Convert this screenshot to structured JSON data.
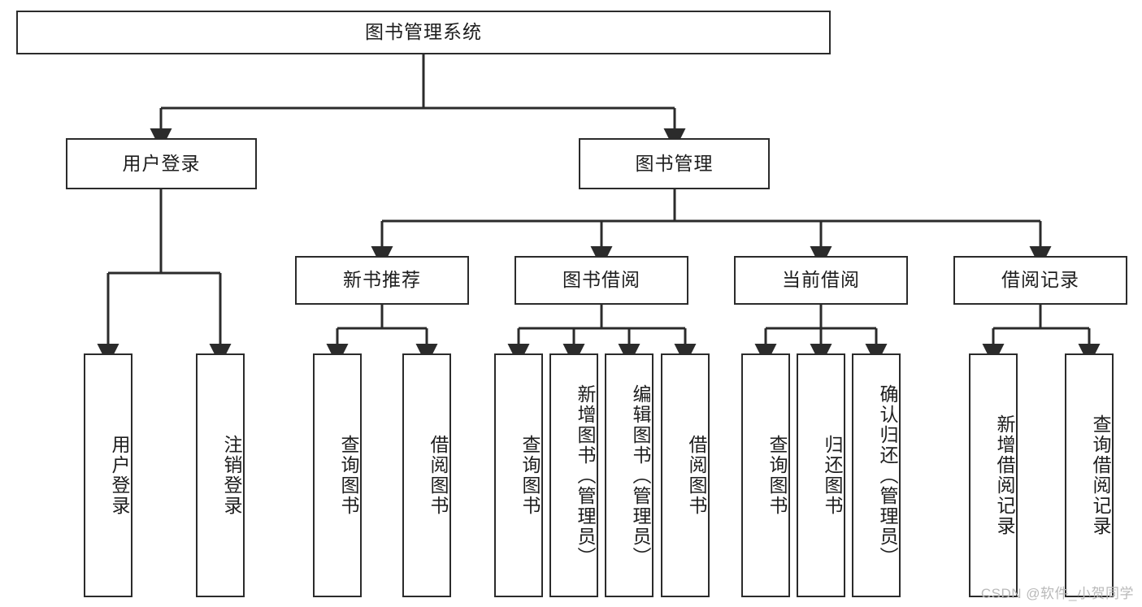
{
  "diagram": {
    "title_node": {
      "label": "图书管理系统"
    },
    "level2": [
      {
        "label": "用户登录"
      },
      {
        "label": "图书管理"
      }
    ],
    "level3": [
      {
        "label": "新书推荐"
      },
      {
        "label": "图书借阅"
      },
      {
        "label": "当前借阅"
      },
      {
        "label": "借阅记录"
      }
    ],
    "leaves": {
      "user_login": [
        {
          "label": "用户登录"
        },
        {
          "label": "注销登录"
        }
      ],
      "new_book_recommend": [
        {
          "label": "查询图书"
        },
        {
          "label": "借阅图书"
        }
      ],
      "book_borrow": [
        {
          "label": "查询图书"
        },
        {
          "label": "新增图书（管理员）"
        },
        {
          "label": "编辑图书（管理员）"
        },
        {
          "label": "借阅图书"
        }
      ],
      "current_borrow": [
        {
          "label": "查询图书"
        },
        {
          "label": "归还图书"
        },
        {
          "label": "确认归还（管理员）"
        }
      ],
      "borrow_record": [
        {
          "label": "新增借阅记录"
        },
        {
          "label": "查询借阅记录"
        }
      ]
    }
  },
  "watermark": {
    "text": "CSDN @软件_小贺同学"
  },
  "colors": {
    "stroke": "#2b2b2b",
    "background": "#ffffff",
    "text": "#1d1d1d",
    "watermark": "#b9b9b9"
  }
}
